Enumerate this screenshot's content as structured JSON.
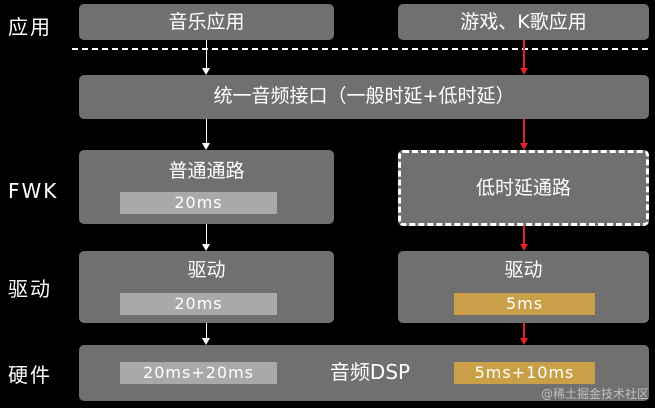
{
  "layers": {
    "app": "应用",
    "fwk": "FWK",
    "driver": "驱动",
    "hardware": "硬件"
  },
  "app_row": {
    "music": "音乐应用",
    "game": "游戏、K歌应用"
  },
  "interface": {
    "label": "统一音频接口（一般时延+低时延）"
  },
  "fwk_row": {
    "normal_path": {
      "title": "普通通路",
      "latency": "20ms"
    },
    "low_latency_path": {
      "title": "低时延通路"
    }
  },
  "driver_row": {
    "normal": {
      "title": "驱动",
      "latency": "20ms"
    },
    "low": {
      "title": "驱动",
      "latency": "5ms"
    }
  },
  "hardware_row": {
    "title": "音频DSP",
    "normal_total": "20ms+20ms",
    "low_total": "5ms+10ms"
  },
  "watermark": "@稀土掘金技术社区",
  "colors": {
    "background": "#000000",
    "box": "#707070",
    "chip_gray": "#a9a9a9",
    "chip_gold": "#c9a047",
    "arrow_white": "#ffffff",
    "arrow_red": "#e3202a"
  }
}
